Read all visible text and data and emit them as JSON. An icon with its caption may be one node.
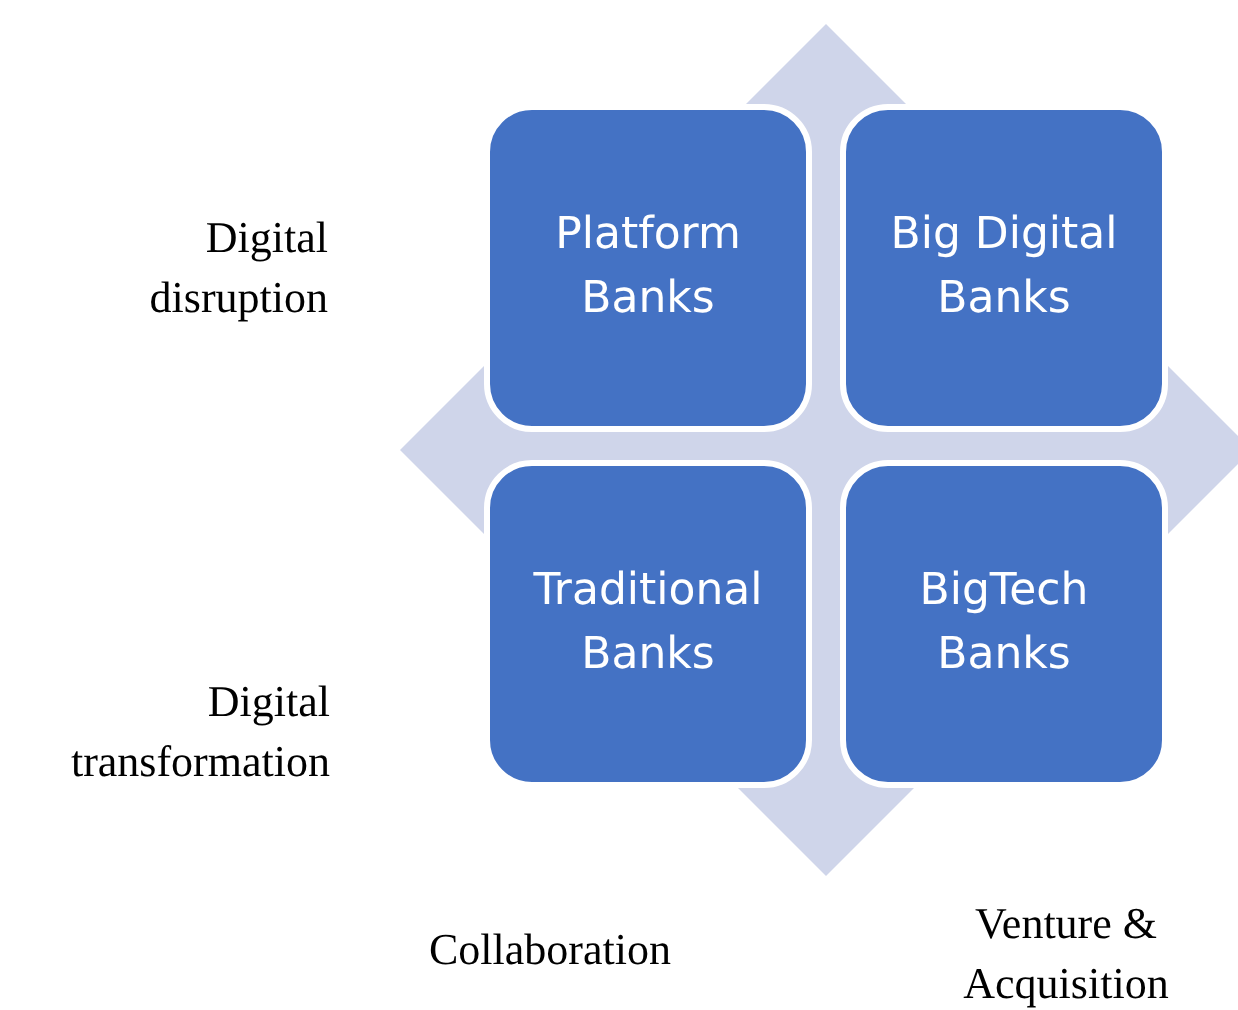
{
  "diagram": {
    "nodes": [
      {
        "text": [
          "Platform Banks"
        ]
      },
      {
        "text": [
          "Big Digital Banks"
        ]
      },
      {
        "text": [
          "Traditional Banks"
        ]
      },
      {
        "text": [
          "BigTech Banks"
        ]
      }
    ],
    "labels": [
      "Digital disruption",
      "Digital transformation",
      "Collaboration",
      "Venture & Acquisition"
    ]
  }
}
